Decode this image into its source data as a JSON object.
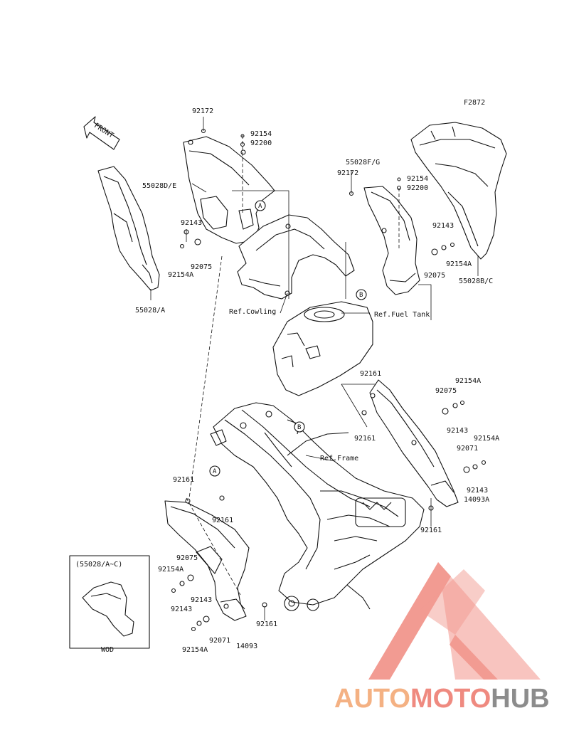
{
  "figure_code": "F2872",
  "front_arrow_label": "FRONT",
  "parts": {
    "p92172_a": "92172",
    "p92154_a": "92154",
    "p92200_a": "92200",
    "p55028DE": "55028D/E",
    "p92143_a": "92143",
    "p92075_a": "92075",
    "p92154A_a": "92154A",
    "p55028A": "55028/A",
    "p55028FG": "55028F/G",
    "p92172_b": "92172",
    "p92154_b": "92154",
    "p92200_b": "92200",
    "p92143_b": "92143",
    "p92154A_b": "92154A",
    "p92075_b": "92075",
    "p55028BC": "55028B/C",
    "p92161_a": "92161",
    "p92161_b": "92161",
    "p92075_c": "92075",
    "p92154A_c": "92154A",
    "p92143_c": "92143",
    "p92154A_d": "92154A",
    "p92071_a": "92071",
    "p92143_d": "92143",
    "p14093A": "14093A",
    "p92161_c": "92161",
    "p92161_d": "92161",
    "p92161_e": "92161",
    "p92075_d": "92075",
    "p92154A_e": "92154A",
    "p92143_e": "92143",
    "p92143_f": "92143",
    "p92071_b": "92071",
    "p92154A_f": "92154A",
    "p14093": "14093",
    "p92161_f": "92161"
  },
  "references": {
    "cowling": "Ref.Cowling",
    "fuel_tank": "Ref.Fuel Tank",
    "frame": "Ref.Frame"
  },
  "callouts": {
    "a": "A",
    "b": "B"
  },
  "inset": {
    "title": "(55028/A~C)",
    "caption": "WOD"
  },
  "watermark": {
    "brand_auto": "AUTO",
    "brand_moto": "MOTO",
    "brand_hub": "HUB",
    "colors": {
      "auto": "#f4b183",
      "moto": "#ef8a80",
      "hub": "#8c8c8c",
      "triangle": "#f08a80"
    }
  }
}
